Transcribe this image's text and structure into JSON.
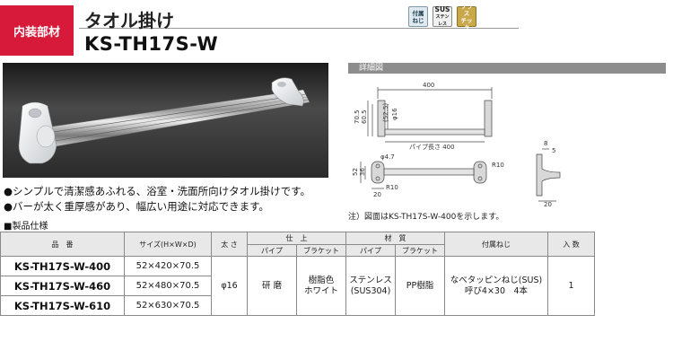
{
  "header": {
    "category": "内装部材",
    "name": "タオル掛け",
    "code": "KS-TH17S-W",
    "badges": {
      "screws": "付属ねじ",
      "sus_top": "SUS",
      "sus_bottom": "ステンレス",
      "plastic_top": "プラス",
      "plastic_bottom": "チック"
    }
  },
  "detail": {
    "label": "詳細図",
    "dims": {
      "width": "400",
      "h_outer": "70.5",
      "h_mid": "60.5",
      "h_inner": "(52.5)",
      "pipe_dia": "φ16",
      "pipe_length": "パイプ長さ 400",
      "hole": "φ4.7",
      "plate_h": "52",
      "plate_h2": "36",
      "plate_w": "20",
      "radius_left": "R10",
      "radius_right": "R10",
      "side_8": "8",
      "side_5": "5",
      "side_20": "20"
    },
    "note": "注）図面はKS-TH17S-W-400を示します。"
  },
  "description": [
    "●シンプルで清潔感あふれる、浴室・洗面所向けタオル掛けです。",
    "●バーが太く重厚感があり、幅広い用途に対応できます。"
  ],
  "spec": {
    "heading": "■製品仕様",
    "headers": {
      "code": "品　番",
      "size": "サイズ(H×W×D)",
      "thickness": "太 さ",
      "finish": "仕　上",
      "material": "材　質",
      "pipe": "パイプ",
      "bracket": "ブラケット",
      "screws": "付属ねじ",
      "qty": "入 数"
    },
    "rows": [
      {
        "code": "KS-TH17S-W-400",
        "size": "52×420×70.5"
      },
      {
        "code": "KS-TH17S-W-460",
        "size": "52×480×70.5"
      },
      {
        "code": "KS-TH17S-W-610",
        "size": "52×630×70.5"
      }
    ],
    "common": {
      "thickness": "φ16",
      "finish_pipe": "研 磨",
      "finish_bracket_1": "樹脂色",
      "finish_bracket_2": "ホワイト",
      "material_pipe_1": "ステンレス",
      "material_pipe_2": "(SUS304)",
      "material_bracket": "PP樹脂",
      "screws_1": "なべタッピンねじ(SUS)",
      "screws_2": "呼び4×30　4本",
      "qty": "1"
    }
  }
}
